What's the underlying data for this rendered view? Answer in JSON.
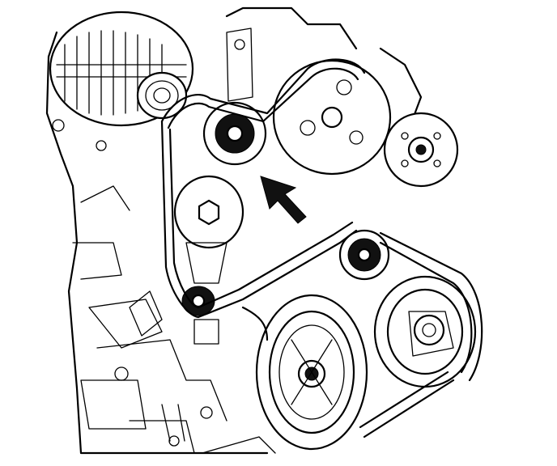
{
  "diagram": {
    "subject": "",
    "components": [
      {
        "id": "alternator",
        "icon": "alternator-icon"
      },
      {
        "id": "idler-pulley-upper",
        "icon": "pulley-icon"
      },
      {
        "id": "tensioner-pulley",
        "icon": "pulley-icon"
      },
      {
        "id": "idler-pulley-lower",
        "icon": "pulley-icon"
      },
      {
        "id": "power-steering-pulley",
        "icon": "pulley-icon"
      },
      {
        "id": "water-pump-pulley",
        "icon": "pulley-icon"
      },
      {
        "id": "crankshaft-pulley",
        "icon": "pulley-icon"
      },
      {
        "id": "ac-compressor-pulley",
        "icon": "pulley-icon"
      },
      {
        "id": "serpentine-belt",
        "icon": "belt-icon"
      },
      {
        "id": "direction-arrow",
        "icon": "arrow-icon"
      }
    ],
    "colors": {
      "ink": "#000000",
      "background": "#ffffff"
    }
  }
}
